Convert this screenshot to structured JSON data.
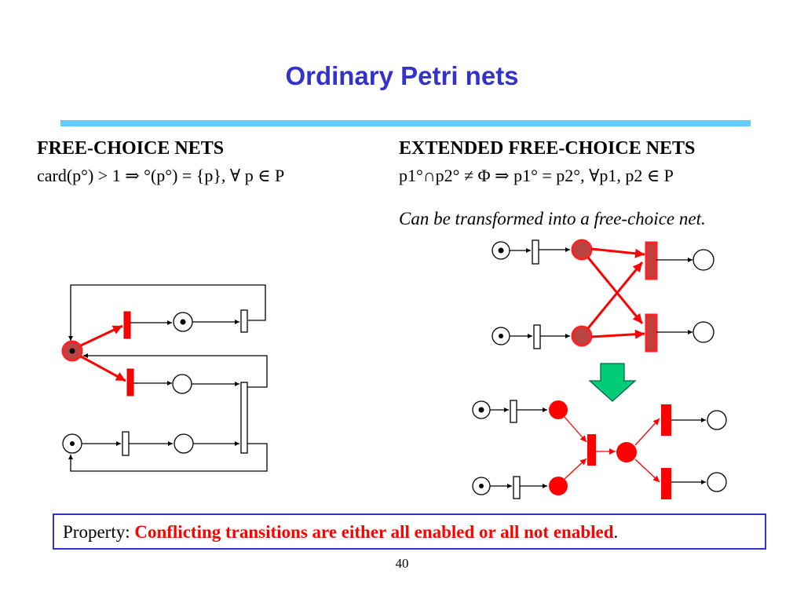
{
  "slide": {
    "title": "Ordinary Petri nets",
    "page_number": "40"
  },
  "left": {
    "heading": "FREE-CHOICE NETS",
    "formula": "card(p°) > 1 ⇒ °(p°) = {p}, ∀ p ∈ P"
  },
  "right": {
    "heading": "EXTENDED FREE-CHOICE NETS",
    "formula": "p1°∩p2° ≠ Φ ⇒ p1° = p2°, ∀p1, p2 ∈ P",
    "note": "Can be transformed into a free-choice net."
  },
  "property": {
    "label": "Property: ",
    "statement": "Conflicting transitions are either all enabled or all not enabled",
    "end": "."
  },
  "colors": {
    "title": "#3333cc",
    "rule": "#66ccff",
    "highlight": "#ff0000",
    "down_arrow": "#00cc77"
  }
}
